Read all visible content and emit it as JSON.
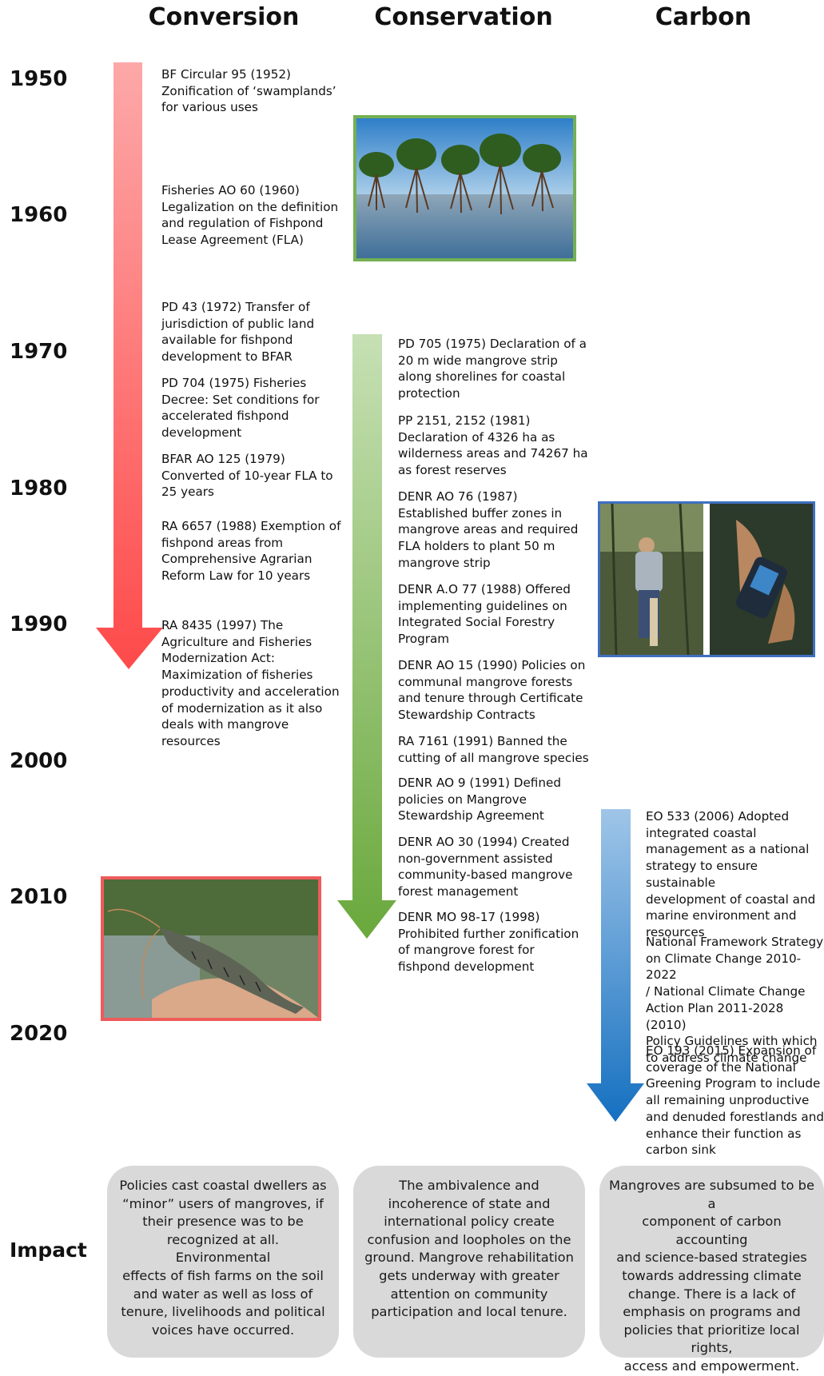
{
  "columns": {
    "conversion": "Conversion",
    "conservation": "Conservation",
    "carbon": "Carbon"
  },
  "years": [
    "1950",
    "1960",
    "1970",
    "1980",
    "1990",
    "2000",
    "2010",
    "2020"
  ],
  "conversion_entries": [
    [
      "BF Circular 95 (1952)",
      "Zonification of ‘swamplands’",
      "for various uses"
    ],
    [
      "Fisheries AO 60 (1960)",
      "Legalization on the definition",
      "and regulation of Fishpond",
      "Lease Agreement (FLA)"
    ],
    [
      "PD 43 (1972) Transfer of",
      "jurisdiction of public land",
      "available for fishpond",
      "development to BFAR"
    ],
    [
      "PD 704 (1975) Fisheries",
      "Decree: Set conditions for",
      "accelerated fishpond",
      "development"
    ],
    [
      "BFAR AO 125 (1979)",
      "Converted of 10-year FLA to",
      "25 years"
    ],
    [
      "RA 6657 (1988) Exemption of",
      "fishpond areas from",
      "Comprehensive Agrarian",
      "Reform Law for 10 years"
    ],
    [
      "RA 8435 (1997) The",
      "Agriculture and Fisheries",
      "Modernization Act:",
      "Maximization of fisheries",
      "productivity and acceleration",
      "of modernization as it also",
      "deals with mangrove",
      "resources"
    ]
  ],
  "conservation_entries": [
    [
      "PD 705 (1975) Declaration of a",
      "20 m wide mangrove strip",
      "along shorelines for coastal",
      "protection"
    ],
    [
      "PP 2151, 2152 (1981)",
      "Declaration of 4326 ha as",
      "wilderness areas and 74267 ha",
      "as forest reserves"
    ],
    [
      "DENR AO 76 (1987)",
      "Established buffer zones in",
      "mangrove areas and required",
      "FLA holders to plant 50 m",
      "mangrove strip"
    ],
    [
      "DENR A.O 77 (1988) Offered",
      "implementing guidelines on",
      "Integrated Social Forestry",
      "Program"
    ],
    [
      "DENR AO 15 (1990) Policies on",
      "communal mangrove forests",
      "and tenure through Certificate",
      "Stewardship Contracts"
    ],
    [
      "RA 7161 (1991) Banned the",
      "cutting of all mangrove species"
    ],
    [
      "DENR AO 9 (1991) Defined",
      "policies on Mangrove",
      "Stewardship Agreement"
    ],
    [
      "DENR AO 30 (1994) Created",
      "non-government assisted",
      "community-based mangrove",
      "forest management"
    ],
    [
      "DENR MO 98-17 (1998)",
      "Prohibited further zonification",
      "of mangrove forest for",
      "fishpond development"
    ]
  ],
  "carbon_entries": [
    [
      "EO 533 (2006) Adopted",
      "integrated coastal",
      "management as a national",
      "strategy to ensure sustainable",
      "development of coastal and",
      "marine environment and",
      "resources"
    ],
    [
      "National Framework Strategy",
      "on Climate Change 2010-2022",
      "/ National Climate Change",
      "Action Plan 2011-2028 (2010)",
      "Policy Guidelines with which",
      "to address climate change"
    ],
    [
      "EO 193 (2015) Expansion of",
      "coverage of the National",
      "Greening Program to include",
      "all remaining unproductive",
      "and denuded forestlands and",
      "enhance their function as",
      "carbon sink"
    ]
  ],
  "impact": {
    "label": "Impact",
    "conversion": [
      "Policies cast coastal dwellers as",
      "“minor” users of mangroves, if",
      "their presence was to be",
      "recognized at all. Environmental",
      "effects of fish farms on the soil",
      "and water as well as loss of",
      "tenure, livelihoods and political",
      "voices have occurred."
    ],
    "conservation": [
      "The ambivalence and",
      "incoherence of state and",
      "international policy create",
      "confusion and loopholes on the",
      "ground. Mangrove rehabilitation",
      "gets underway with greater",
      "attention on community",
      "participation and local tenure."
    ],
    "carbon": [
      "Mangroves are subsumed to be a",
      "component of carbon accounting",
      "and science-based strategies",
      "towards addressing climate",
      "change. There is a lack of",
      "emphasis on programs and",
      "policies that prioritize local rights,",
      "access and empowerment."
    ]
  },
  "colors": {
    "conversion_arrow": "#fe4a4a",
    "conservation_arrow": "#6aa83c",
    "carbon_arrow": "#1875c6",
    "mangrove_photo_border": "#74b054",
    "carbon_photo_border": "#3f6fbf",
    "shrimp_photo_border": "#ef5b5b",
    "impact_box": "#d9d9d9"
  }
}
